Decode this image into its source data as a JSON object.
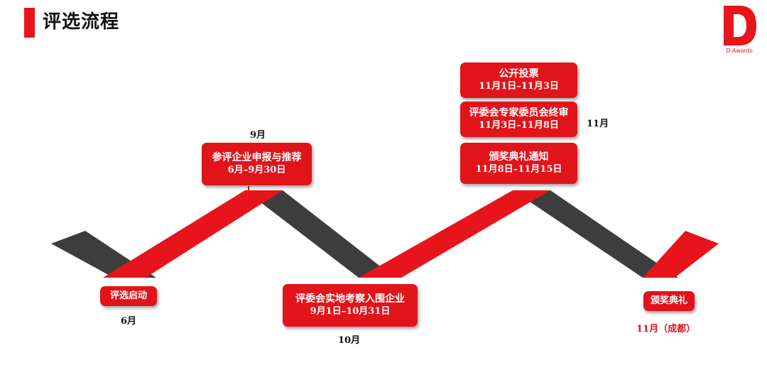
{
  "header": {
    "title": "评选流程"
  },
  "logo": {
    "letter": "D",
    "name": "D-Awards"
  },
  "colors": {
    "accent": "#e0141a",
    "dark": "#3d3d3d"
  },
  "steps": [
    {
      "title": "评选启动",
      "date": "",
      "month": "6月"
    },
    {
      "title": "参评企业申报与推荐",
      "date": "6月–9月30日",
      "month": "9月"
    },
    {
      "title": "评委会实地考察入围企业",
      "date": "9月1日–10月31日",
      "month": "10月"
    },
    {
      "title": "公开投票",
      "date": "11月1日–11月3日"
    },
    {
      "title": "评委会专家委员会终审",
      "date": "11月3日–11月8日",
      "month": "11月"
    },
    {
      "title": "颁奖典礼通知",
      "date": "11月8日–11月15日"
    },
    {
      "title": "颁奖典礼",
      "date": "",
      "month": "11月（成都）"
    }
  ]
}
